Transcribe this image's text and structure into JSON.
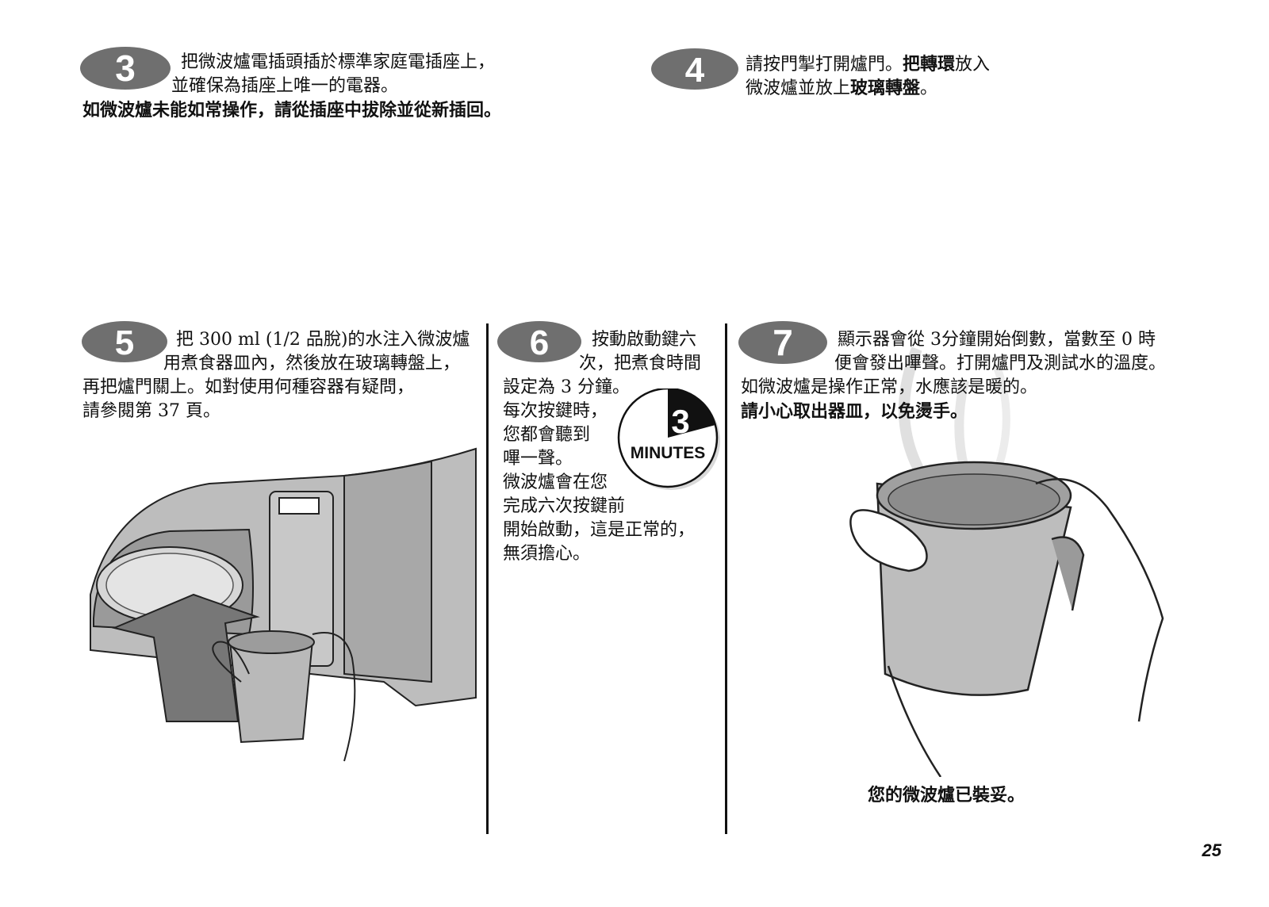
{
  "colors": {
    "badge": "#6f6f6f",
    "ink": "#111111"
  },
  "steps": [
    {
      "number": "3",
      "line1": "把微波爐電插頭插於標準家庭電插座上，",
      "line2": "並確保為插座上唯一的電器。",
      "bold": "如微波爐未能如常操作，請從插座中拔除並從新插回。"
    },
    {
      "number": "4",
      "line1a": "請按門掣打開爐門。",
      "line1b": "把轉環",
      "line1c": "放入",
      "line2a": "微波爐並放上",
      "line2b": "玻璃轉盤",
      "line2c": "。"
    },
    {
      "number": "5",
      "line1": "把 300 ml (1/2 品脫)的水注入微波爐",
      "line2": "用煮食器皿內，然後放在玻璃轉盤上，",
      "line3": "再把爐門關上。如對使用何種容器有疑問，",
      "line4": "請參閱第 37 頁。"
    },
    {
      "number": "6",
      "line1": "按動啟動鍵六",
      "line2": "次，把煮食時間",
      "line3": "設定為 3 分鐘。",
      "line4": "每次按鍵時，",
      "line5": "您都會聽到",
      "line6": "嗶一聲。",
      "line7": "微波爐會在您",
      "line8": "完成六次按鍵前",
      "line9": "開始啟動，這是正常的，",
      "line10": "無須擔心。",
      "timer_number": "3",
      "timer_label": "MINUTES"
    },
    {
      "number": "7",
      "line1": "顯示器會從 3分鐘開始倒數，當數至 0 時",
      "line2": "便會發出嗶聲。打開爐門及測試水的溫度。",
      "line3": "如微波爐是操作正常，水應該是暖的。",
      "bold": "請小心取出器皿，以免燙手。"
    }
  ],
  "closing": "您的微波爐已裝妥。",
  "page_number": "25"
}
